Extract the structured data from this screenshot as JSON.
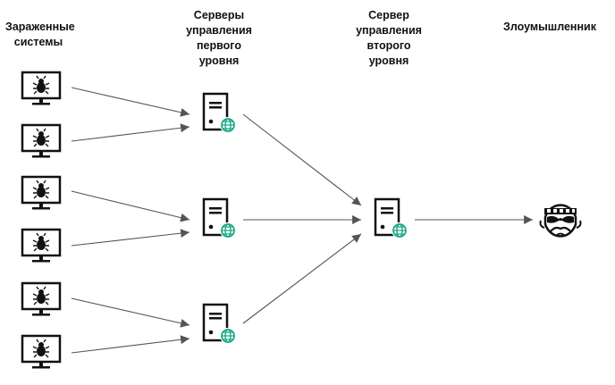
{
  "labels": {
    "infected": "Зараженные\nсистемы",
    "tier1": "Серверы\nуправления\nпервого\nуровня",
    "tier2": "Сервер\nуправления\nвторого\nуровня",
    "attacker": "Злоумышленник"
  },
  "colors": {
    "line": "#555555",
    "icon": "#111111",
    "globe": "#1aa987"
  },
  "nodes": {
    "infected_count": 6,
    "tier1_count": 3,
    "tier2_count": 1
  }
}
